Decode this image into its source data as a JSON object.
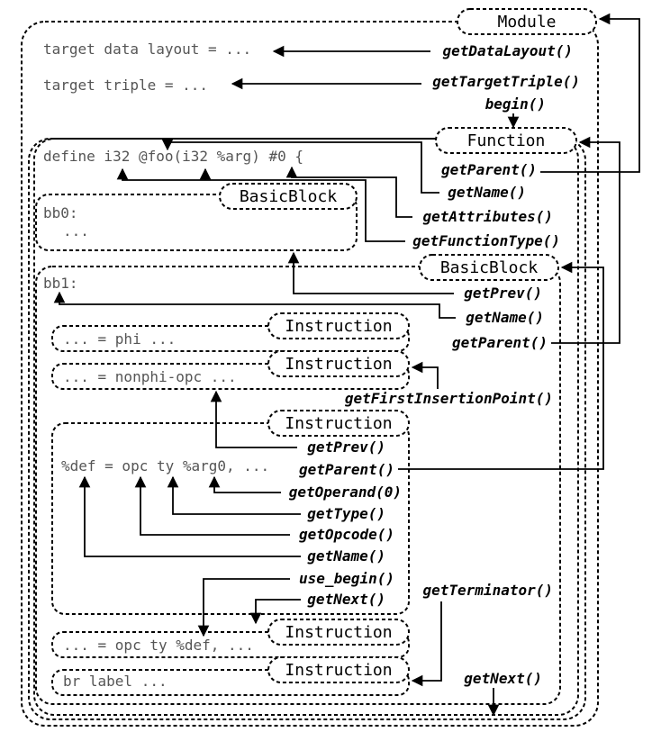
{
  "labels": {
    "module": "Module",
    "function": "Function",
    "basicblock0": "BasicBlock",
    "basicblock1": "BasicBlock",
    "instruction_phi": "Instruction",
    "instruction_nonphi": "Instruction",
    "instruction_def": "Instruction",
    "instruction_use": "Instruction",
    "instruction_br": "Instruction"
  },
  "code": {
    "datalayout": "target data layout = ...",
    "triple": "target triple = ...",
    "define": "define i32 @foo(i32 %arg) #0 {",
    "bb0": "bb0:",
    "bb0_body": "...",
    "bb1": "bb1:",
    "phi": "... = phi ...",
    "nonphi": "... = nonphi-opc ...",
    "def": "%def = opc ty %arg0, ...",
    "use": "... = opc ty %def, ...",
    "br": "br label ..."
  },
  "methods": {
    "getDataLayout": "getDataLayout()",
    "getTargetTriple": "getTargetTriple()",
    "begin": "begin()",
    "fn_getParent": "getParent()",
    "fn_getName": "getName()",
    "getAttributes": "getAttributes()",
    "getFunctionType": "getFunctionType()",
    "bb_getPrev": "getPrev()",
    "bb_getName": "getName()",
    "bb_getParent": "getParent()",
    "getFirstInsertionPoint": "getFirstInsertionPoint()",
    "inst_getPrev": "getPrev()",
    "inst_getParent": "getParent()",
    "getOperand": "getOperand(0)",
    "getType": "getType()",
    "getOpcode": "getOpcode()",
    "inst_getName": "getName()",
    "use_begin": "use_begin()",
    "inst_getNext": "getNext()",
    "getTerminator": "getTerminator()",
    "bb_getNext": "getNext()"
  }
}
